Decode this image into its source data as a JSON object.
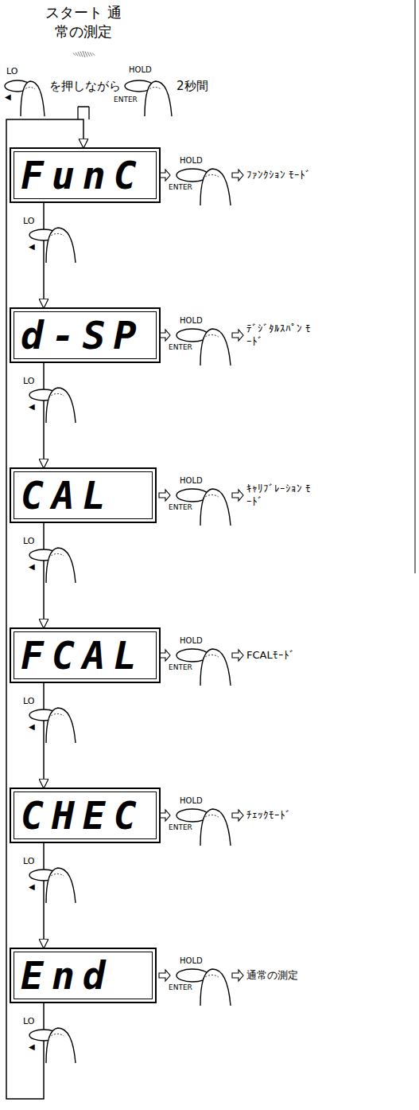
{
  "diagram": {
    "nodes": [
      {
        "text": [
          "FunC"
        ]
      },
      {
        "text": [
          "d-SP"
        ]
      },
      {
        "text": [
          "CAL"
        ]
      },
      {
        "text": [
          "FCAL"
        ]
      },
      {
        "text": [
          "CHEC"
        ]
      },
      {
        "text": [
          "End"
        ]
      }
    ],
    "edges": [
      {
        "from": 0,
        "to": 1,
        "arrow": "to"
      },
      {
        "from": 1,
        "to": 2,
        "arrow": "to"
      },
      {
        "from": 2,
        "to": 3,
        "arrow": "to"
      },
      {
        "from": 3,
        "to": 4,
        "arrow": "to"
      },
      {
        "from": 4,
        "to": 5,
        "arrow": "to"
      },
      {
        "from": 5,
        "to": 0,
        "arrow": "to"
      }
    ],
    "labels": [
      "スタート 通常の測定",
      "LO",
      "◀",
      "を押しながら",
      "HOLD",
      "ENTER",
      "2秒間",
      "HOLD",
      "ENTER",
      "ﾌｧﾝｸｼｮﾝ ﾓｰﾄﾞ",
      "LO",
      "◀",
      "HOLD",
      "ENTER",
      "ﾃﾞｼﾞﾀﾙｽﾊﾟﾝ ﾓｰﾄﾞ",
      "LO",
      "◀",
      "HOLD",
      "ENTER",
      "ｷｬﾘﾌﾞﾚｰｼｮﾝ ﾓｰﾄﾞ",
      "LO",
      "◀",
      "HOLD",
      "ENTER",
      "FCALﾓｰﾄﾞ",
      "LO",
      "◀",
      "HOLD",
      "ENTER",
      "ﾁｪｯｸﾓｰﾄﾞ",
      "LO",
      "◀",
      "HOLD",
      "ENTER",
      "通常の測定",
      "LO",
      "◀"
    ]
  }
}
